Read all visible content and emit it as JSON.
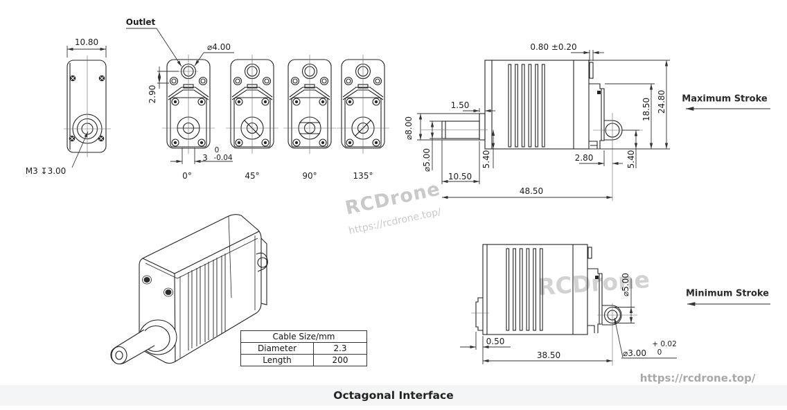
{
  "drawing": {
    "side_view": {
      "width": "10.80",
      "thread_note": "M3 ↧3.00"
    },
    "front_view": {
      "outlet_label": "Outlet",
      "outlet_dia": "⌀4.00",
      "outlet_offset": "2.90",
      "slot_width": "3",
      "slot_tol_upper": "0",
      "slot_tol_lower": "-0.04",
      "angles": [
        "0°",
        "45°",
        "90°",
        "135°"
      ]
    },
    "max_stroke": {
      "label": "Maximum Stroke",
      "tab_width": "0.80 ±0.20",
      "collar_length": "1.50",
      "boss_dia": "⌀8.00",
      "rod_dia": "⌀5.00",
      "rod_center_to_base": "5.40",
      "rod_extension": "10.50",
      "overall_length": "48.50",
      "ear_offset": "2.80",
      "ear_center_to_base": "5.40",
      "bracket_height": "18.50",
      "total_height": "24.80"
    },
    "min_stroke": {
      "label": "Minimum Stroke",
      "rod_extension": "0.50",
      "body_length": "38.50",
      "hole_dia": "⌀3.00",
      "hole_tol_upper": "+ 0.02",
      "hole_tol_lower": "0",
      "ear_dia": "⌀5.00"
    }
  },
  "cable_table": {
    "header": "Cable Size/mm",
    "rows": [
      [
        "Diameter",
        "2.3"
      ],
      [
        "Length",
        "200"
      ]
    ]
  },
  "watermark": {
    "brand": "RCDrone",
    "url": "https://rcdrone.top/"
  },
  "footer": {
    "title": "Octagonal Interface"
  },
  "colors": {
    "line": "#222222",
    "dim": "#3a3a3a",
    "footer_bg": "#f4f5f6",
    "watermark": "#c9c9c9"
  }
}
